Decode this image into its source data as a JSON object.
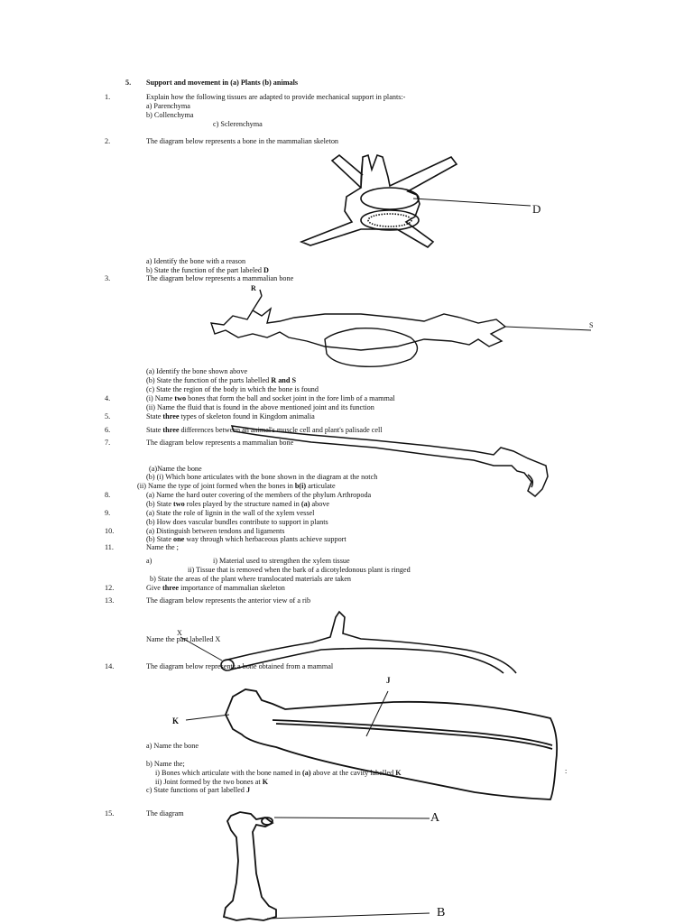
{
  "section": {
    "number": "5.",
    "title": "Support and movement in (a) Plants   (b) animals"
  },
  "q1": {
    "num": "1.",
    "text": "Explain how the following tissues are adapted to provide mechanical support in plants:-",
    "a": "a) Parenchyma",
    "b": "b) Collenchyma",
    "c": "c) Sclerenchyma"
  },
  "q2": {
    "num": "2.",
    "text": "The diagram below represents a bone in the mammalian skeleton",
    "label_d": "D",
    "a": "a) Identify the bone with a reason",
    "b_pre": "b) State the function of the part labeled ",
    "b_bold": "D"
  },
  "q3": {
    "num": "3.",
    "text": "The diagram below represents a mammalian bone",
    "label_r": "R",
    "label_s": "S",
    "a": "(a) Identify the bone shown above",
    "b_pre": "(b) State the function of the parts labelled ",
    "b_bold": "R and S",
    "c": "(c) State the region of the body in which the bone is found"
  },
  "q4": {
    "num": "4.",
    "i_pre": "(i) Name ",
    "i_bold": "two",
    "i_post": " bones that form the ball and socket joint in the fore limb of a mammal",
    "ii": "(ii) Name the fluid that is found in the above mentioned joint and its function"
  },
  "q5": {
    "num": "5.",
    "pre": "State ",
    "bold": "three",
    "post": " types of skeleton found in Kingdom animalia"
  },
  "q6": {
    "num": "6.",
    "pre": "State ",
    "bold": "three",
    "post": " differences between an animal's muscle cell and plant's palisade cell"
  },
  "q7": {
    "num": "7.",
    "text": "The diagram below represents a mammalian bone",
    "a": "(a)Name the bone",
    "bi": "(b) (i) Which bone articulates with the bone shown in the diagram at the notch",
    "bii_pre": "(ii) Name the type of joint formed when the bones in ",
    "bii_bold": "b(i)",
    "bii_post": " articulate"
  },
  "q8": {
    "num": "8.",
    "a": "(a) Name the hard outer covering of the members of the phylum  Arthropoda",
    "b_pre": "(b) State ",
    "b_bold": "two",
    "b_post": " roles played by the structure named in ",
    "b_bold2": "(a)",
    "b_post2": " above"
  },
  "q9": {
    "num": "9.",
    "a": "(a) State the role of lignin in the wall of the xylem vessel",
    "b": "(b) How does vascular bundles contribute to support in plants"
  },
  "q10": {
    "num": "10.",
    "a": "(a) Distinguish  between tendons and ligaments",
    "b_pre": "(b) State ",
    "b_bold": "one",
    "b_post": " way through which herbaceous plants achieve support"
  },
  "q11": {
    "num": "11.",
    "text": "Name the ;",
    "a": "a)",
    "i": "i) Material used to strengthen the xylem tissue",
    "ii": "ii) Tissue that is removed when the bark of a dicotyledonous plant is ringed",
    "b": "b) State the areas of the plant where translocated materials are taken"
  },
  "q12": {
    "num": "12.",
    "pre": "Give ",
    "bold": "three",
    "post": " importance of mammalian skeleton"
  },
  "q13": {
    "num": "13.",
    "text": "The diagram below represents the anterior view of a rib",
    "name": "Name the part labelled  X",
    "label_x": "X"
  },
  "q14": {
    "num": "14.",
    "text": "The diagram below represents a bone obtained from a mammal",
    "label_j": "J",
    "label_k": "K",
    "a": "a) Name the bone",
    "b": "b) Name the;",
    "bi_pre": "i) Bones which articulate with the bone named in ",
    "bi_bold": "(a)",
    "bi_mid": " above at the cavity labelled ",
    "bi_bold2": "K",
    "bii_pre": "ii) Joint formed by the two bones at ",
    "bii_bold": "K",
    "c_pre": "c) State functions of part labelled ",
    "c_bold": "J",
    "side_mark": ":"
  },
  "q15": {
    "num": "15.",
    "text": "The diagram",
    "label_a": "A",
    "label_b": "B"
  }
}
